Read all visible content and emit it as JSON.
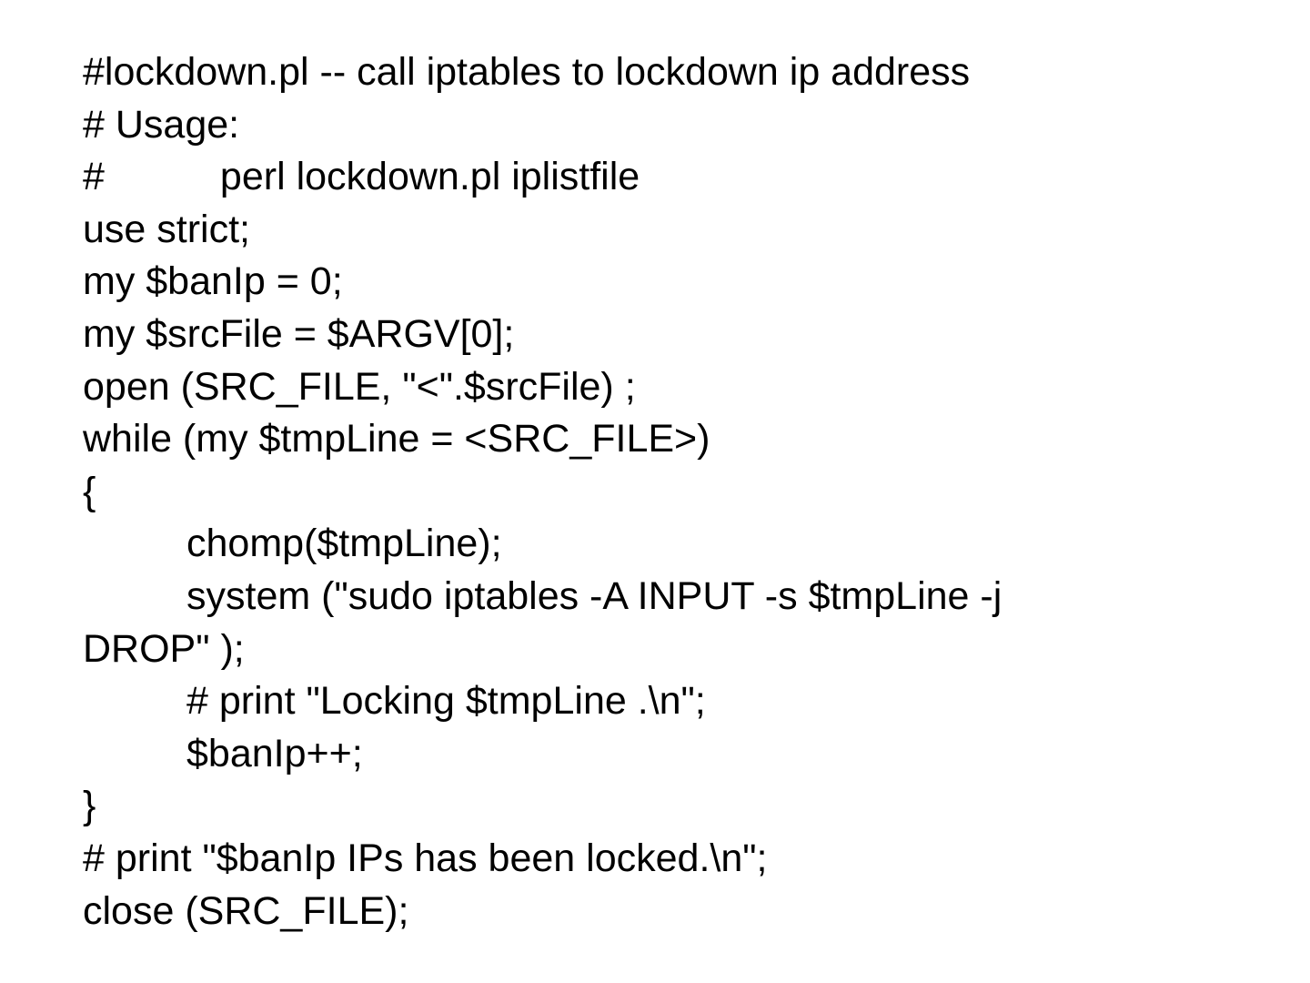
{
  "document": {
    "lines": [
      "#lockdown.pl -- call iptables to lockdown ip address",
      "# Usage:",
      {
        "prefix": "#",
        "rest": "perl lockdown.pl iplistfile"
      },
      "use strict;",
      "my $banIp = 0;",
      "my $srcFile = $ARGV[0];",
      "open (SRC_FILE, \"<\".$srcFile) ;",
      "while (my $tmpLine = <SRC_FILE>)",
      "{",
      "chomp($tmpLine);",
      "system (\"sudo iptables -A INPUT -s $tmpLine -j",
      "DROP\" );",
      "# print \"Locking $tmpLine .\\n\";",
      "$banIp++;",
      "}",
      "# print \"$banIp IPs has been locked.\\n\";",
      "close (SRC_FILE);"
    ]
  }
}
